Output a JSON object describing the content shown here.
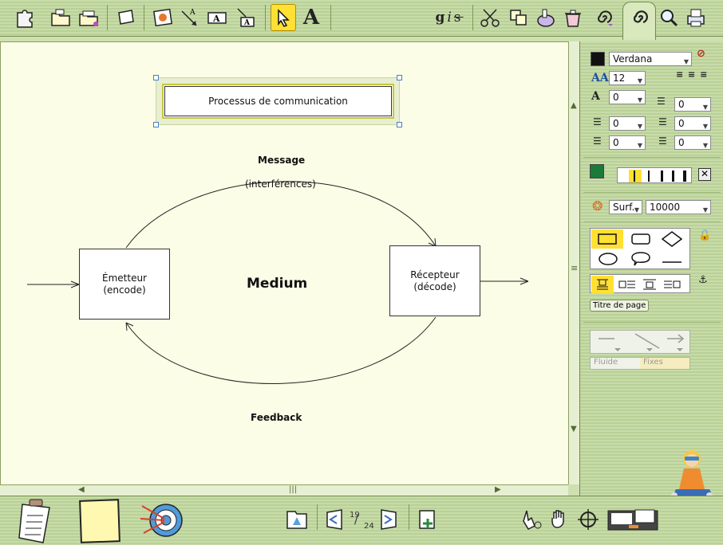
{
  "toolbar": {
    "icons": [
      "puzzle-icon",
      "folder-icon",
      "folders-icon",
      "page-icon",
      "photo-icon",
      "connector-icon",
      "text-frame-icon",
      "text-connector-icon",
      "pointer-icon",
      "text-icon",
      "bold-italic-strike-icon",
      "scissors-icon",
      "copy-icon",
      "paste-icon",
      "trash-icon",
      "spiral-menu-icon",
      "spiral-tab-icon",
      "zoom-icon",
      "print-icon"
    ],
    "text_tool_glyph": "A",
    "style_glyph_g": "g",
    "style_glyph_i": "i",
    "style_glyph_s": "s"
  },
  "canvas": {
    "title_box": "Processus de communication",
    "label_message": "Message",
    "label_interferences": "(interférences)",
    "emitter_line1": "Émetteur",
    "emitter_line2": "(encode)",
    "receiver_line1": "Récepteur",
    "receiver_line2": "(décode)",
    "medium": "Medium",
    "label_feedback": "Feedback"
  },
  "panel": {
    "font_name": "Verdana",
    "font_size": "12",
    "spacing_1": "0",
    "spacing_2": "0",
    "indent_1": "0",
    "indent_2": "0",
    "indent_3": "0",
    "indent_4": "0",
    "surface_mode": "Surf.",
    "surface_value": "10000",
    "page_title_button": "Titre de page",
    "fluid_label": "Fluide",
    "fixed_label": "Fixes",
    "text_color": "#111111",
    "fill_color": "#1a7a3a"
  },
  "bottom": {
    "page_current": "19",
    "page_total": "24"
  }
}
